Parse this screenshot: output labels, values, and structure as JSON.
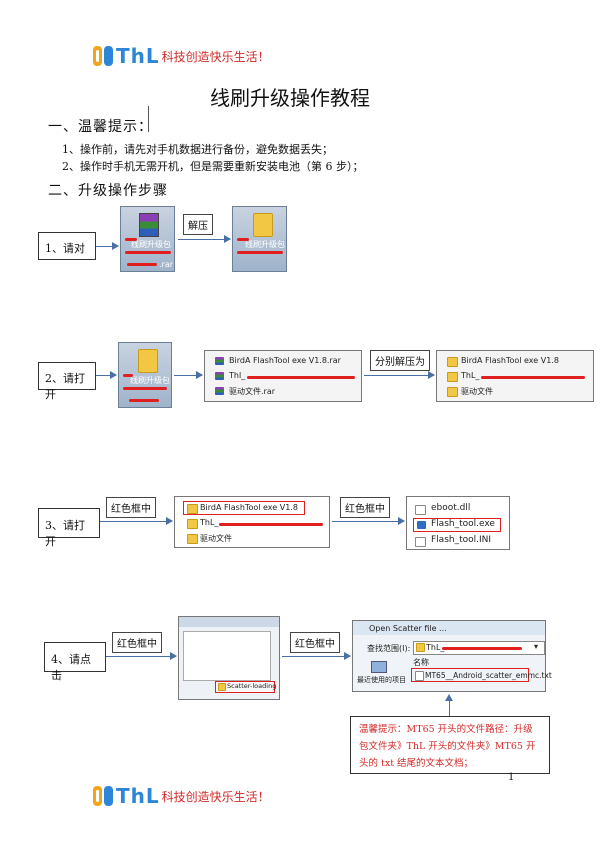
{
  "header": {
    "brand": "ThL",
    "slogan": "科技创造快乐生活！"
  },
  "title": "线刷升级操作教程",
  "section1": {
    "heading": "一、温馨提示：",
    "items": [
      "1、操作前，请先对手机数据进行备份，避免数据丢失；",
      "2、操作时手机无需开机，但是需要重新安装电池（第 6 步）；"
    ]
  },
  "section2": {
    "heading": "二、升级操作步骤"
  },
  "step1": {
    "label": "1、请对",
    "action": "解压",
    "tile1_text": "线刷升级包",
    "tile1_ext": ".rar",
    "tile2_text": "线刷升级包"
  },
  "step2": {
    "label": "2、请打开",
    "tile_text": "线刷升级包",
    "action": "分别解压为",
    "list_left": [
      "BirdA FlashTool exe V1.8.rar",
      "Thl_",
      "驱动文件.rar"
    ],
    "list_right": [
      "BirdA FlashTool exe V1.8",
      "ThL_",
      "驱动文件"
    ]
  },
  "step3": {
    "label": "3、请打开",
    "hint1": "红色框中",
    "hint2": "红色框中",
    "list_left": [
      "BirdA FlashTool exe V1.8",
      "ThL_",
      "驱动文件"
    ],
    "list_right": [
      "eboot.dll",
      "Flash_tool.exe",
      "Flash_tool.INI"
    ]
  },
  "step4": {
    "label": "4、请点击",
    "hint1": "红色框中",
    "hint2": "红色框中",
    "scatter_btn": "Scatter-loading",
    "dialog_title": "Open Scatter file ...",
    "lookin": "查找范围(I):",
    "lookin_value": "ThL_",
    "col_header": "名称",
    "recent": "最近使用的项目",
    "file": "MT65__Android_scatter_emmc.txt"
  },
  "note": "温馨提示：MT65 开头的文件路径：升级包文件夹》ThL 开头的文件夹》MT65 开头的 txt 结尾的文本文档；",
  "page_number": "1",
  "footer": {
    "brand": "ThL",
    "slogan": "科技创造快乐生活！"
  }
}
